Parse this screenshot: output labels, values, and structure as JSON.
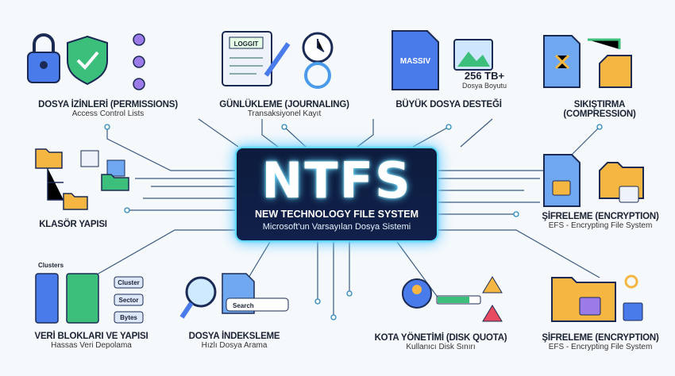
{
  "center": {
    "title": "NTFS",
    "subtitle": "NEW TECHNOLOGY FILE SYSTEM",
    "tagline": "Microsoft'un Varsayılan Dosya Sistemi"
  },
  "features": {
    "permissions": {
      "title": "DOSYA İZİNLERİ (PERMISSIONS)",
      "sub": "Access Control Lists"
    },
    "journaling": {
      "title": "GÜNLÜKLEME (JOURNALING)",
      "sub": "Transaksiyonel Kayıt",
      "book_label": "LOGGIT"
    },
    "large_file": {
      "title": "BÜYÜK DOSYA DESTEĞİ",
      "doc_label": "MASSIV",
      "size": "256 TB+",
      "size_label": "Dosya Boyutu"
    },
    "compression": {
      "title": "SIKIŞTIRMA",
      "sub": "(COMPRESSION)"
    },
    "folders": {
      "title": "KLASÖR YAPISI"
    },
    "encryption_top": {
      "title": "ŞİFRELEME (ENCRYPTION)",
      "sub": "EFS - Encrypting File System"
    },
    "data_blocks": {
      "title": "VERİ BLOKLARI VE YAPISI",
      "sub": "Hassas Veri Depolama",
      "labels": [
        "Clusters",
        "Cluster",
        "Sector",
        "Bytes"
      ]
    },
    "indexing": {
      "title": "DOSYA İNDEKSLEME",
      "sub": "Hızlı Dosya Arama",
      "search": "Search"
    },
    "quota": {
      "title": "KOTA YÖNETİMİ (DISK QUOTA)",
      "sub": "Kullanıcı Disk Sınırı"
    },
    "encryption_bottom": {
      "title": "ŞİFRELEME (ENCRYPTION)",
      "sub": "EFS - Encrypting File System"
    }
  },
  "colors": {
    "wire": "#3a5a80",
    "glow": "#5fd8ff",
    "center_bg": "#0d1b3d",
    "accent_blue": "#4a7bea",
    "accent_green": "#3bbf7a",
    "folder": "#f5b642",
    "alert": "#e84a5f"
  }
}
